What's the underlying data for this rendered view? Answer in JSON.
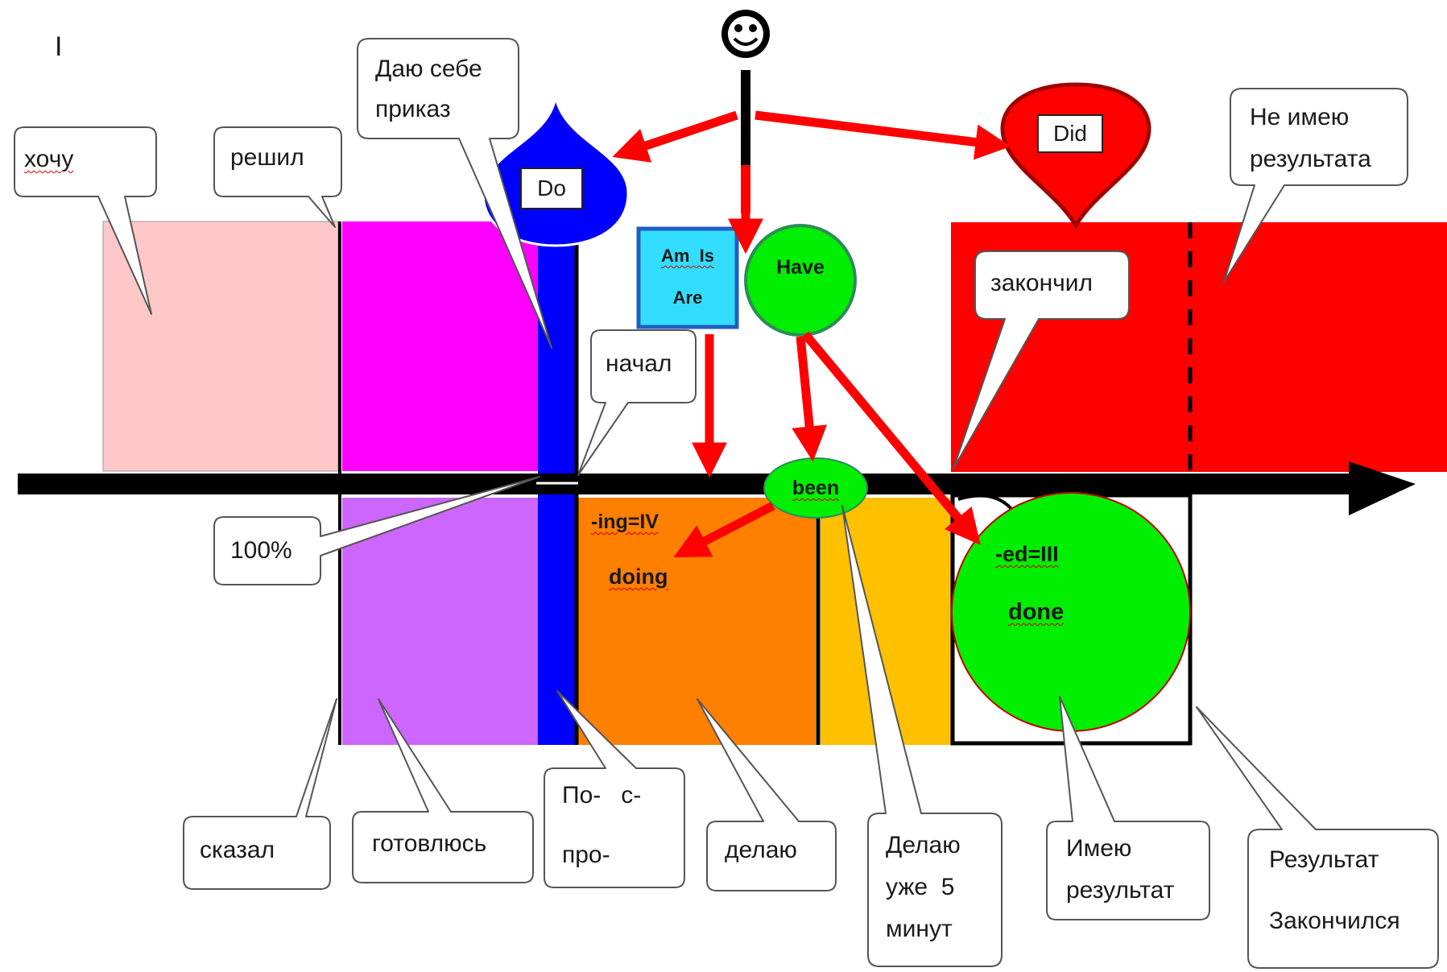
{
  "cursor_mark": "I",
  "smiley_icon": "smiley-face-icon",
  "auxiliaries": {
    "do": "Do",
    "did": "Did",
    "am_is": "Am  Is",
    "are": "Are",
    "have": "Have",
    "been": "been"
  },
  "forms": {
    "ing_label": "-ing=IV",
    "ing_word": "doing",
    "ed_label": "-ed=III",
    "ed_word": "done"
  },
  "callouts": {
    "want": "хочу",
    "decided": "решил",
    "order_line1": "Даю себе",
    "order_line2": "приказ",
    "no_result_line1": "Не имею",
    "no_result_line2": "результата",
    "finished": "закончил",
    "started": "начал",
    "percent": "100%",
    "said": "сказал",
    "preparing": "готовлюсь",
    "process_line1": "По-   с-",
    "process_line2": "про-",
    "doing": "делаю",
    "five_min_line1": "Делаю",
    "five_min_line2": "уже  5",
    "five_min_line3": "минут",
    "have_result_line1": "Имею",
    "have_result_line2": "результат",
    "result_ended_line1": "Результат",
    "result_ended_line2": "Закончился"
  },
  "colors": {
    "pink": "#ffc8c8",
    "magenta": "#ff00ff",
    "violet": "#cc66ff",
    "blue": "#0000ff",
    "orange": "#ff7f00",
    "amber": "#ffc000",
    "red": "#ff0000",
    "green": "#00ee00",
    "cyan": "#33ddff"
  }
}
